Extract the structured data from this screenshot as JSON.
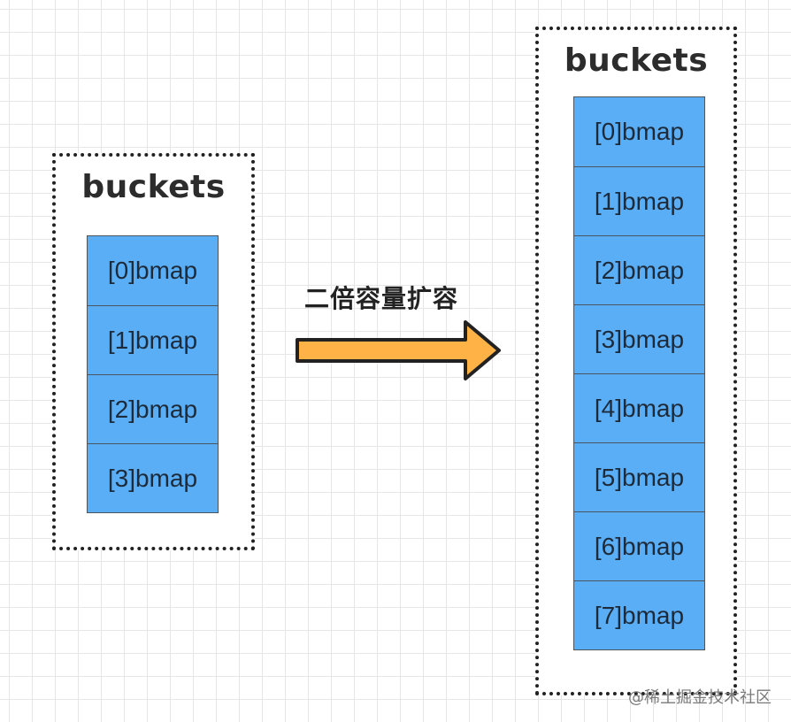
{
  "left": {
    "title": "buckets",
    "buckets": [
      "[0]bmap",
      "[1]bmap",
      "[2]bmap",
      "[3]bmap"
    ]
  },
  "right": {
    "title": "buckets",
    "buckets": [
      "[0]bmap",
      "[1]bmap",
      "[2]bmap",
      "[3]bmap",
      "[4]bmap",
      "[5]bmap",
      "[6]bmap",
      "[7]bmap"
    ]
  },
  "arrow": {
    "label": "二倍容量扩容",
    "color": "#ffb347"
  },
  "colors": {
    "bucket_fill": "#5aaef5",
    "border": "#222222"
  },
  "watermark": "@稀土掘金技术社区"
}
